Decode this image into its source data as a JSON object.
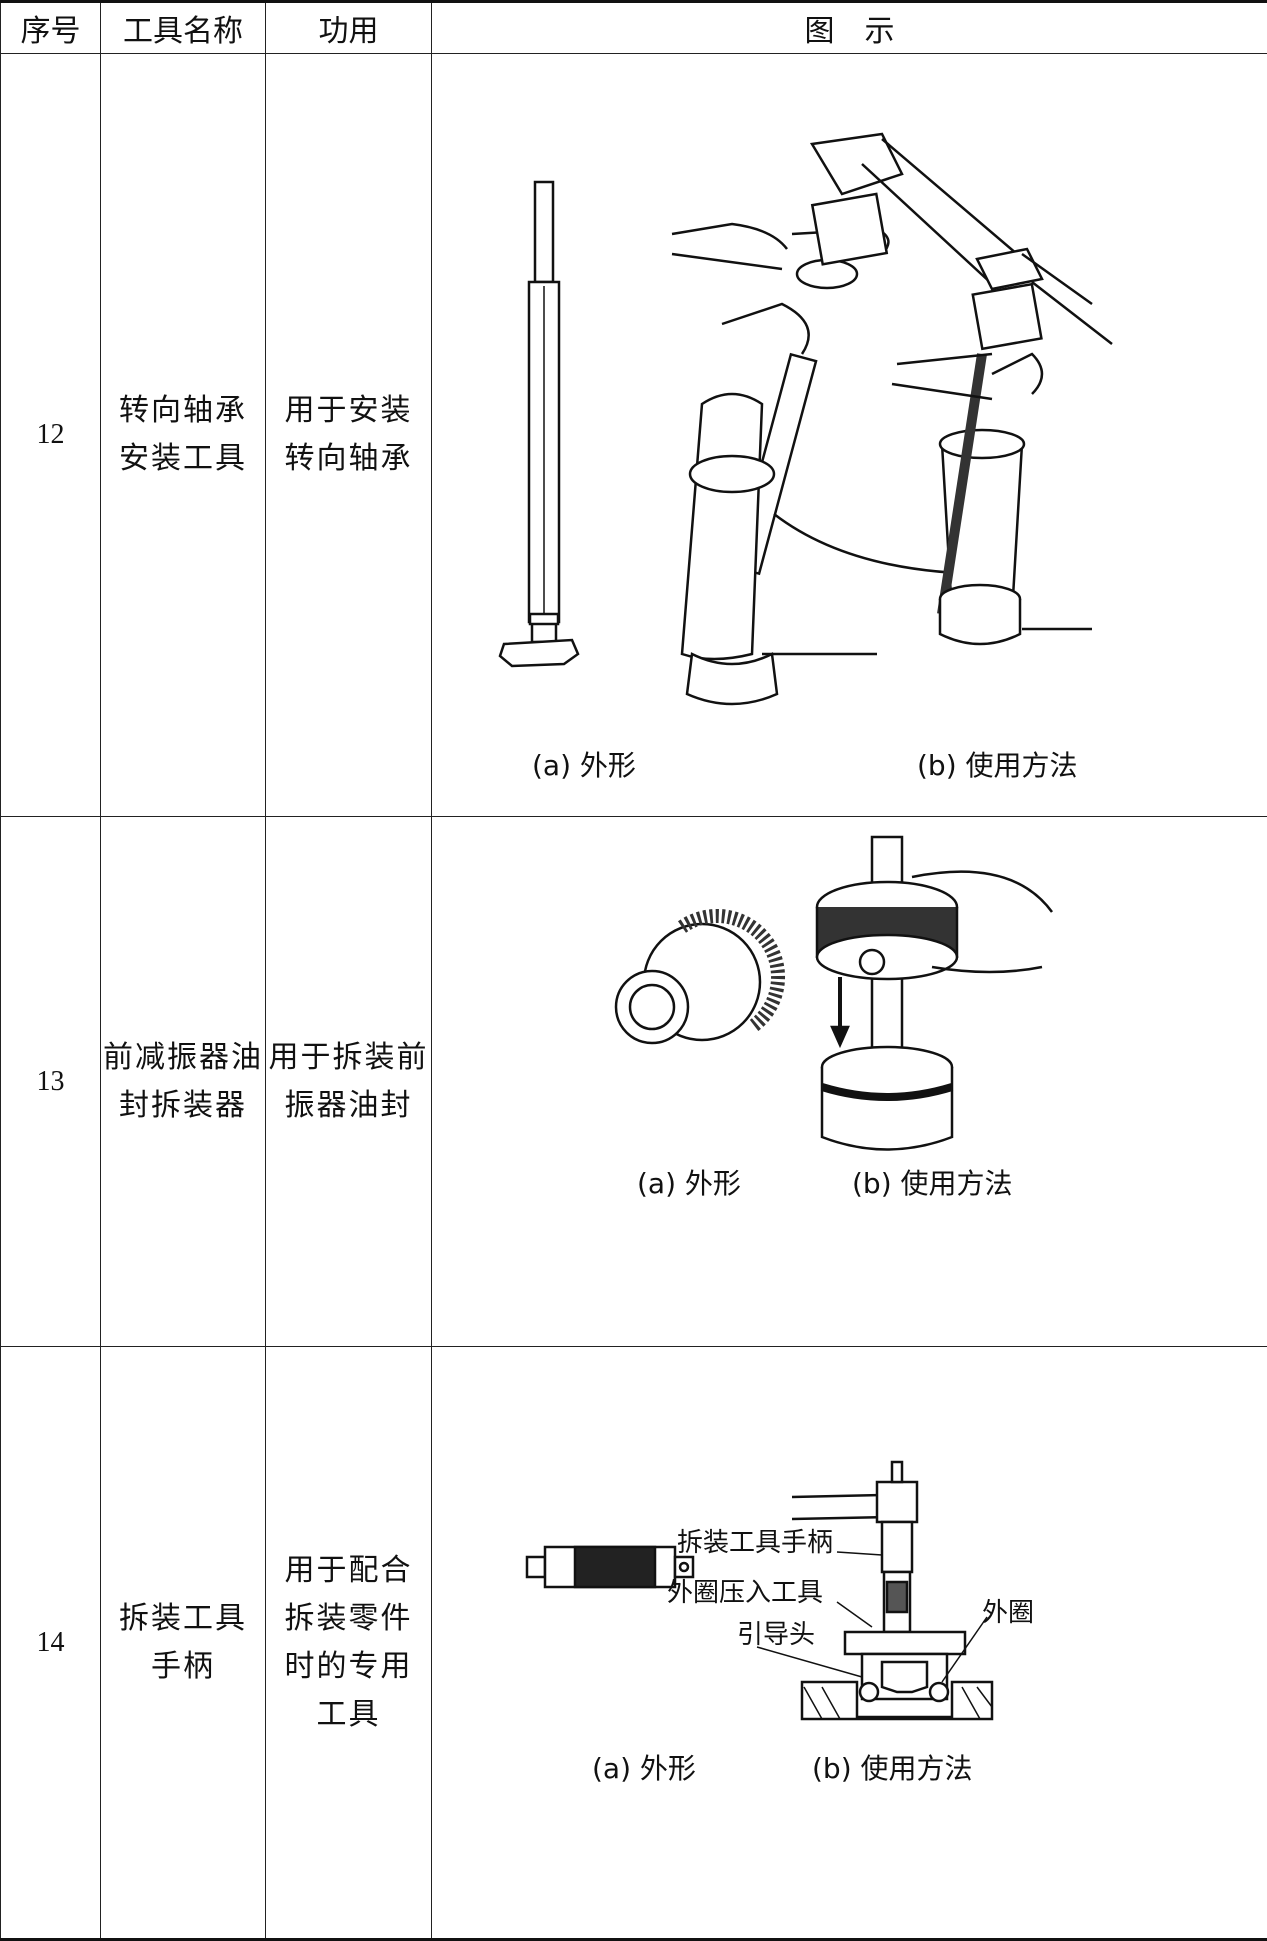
{
  "headers": {
    "no": "序号",
    "name": "工具名称",
    "function": "功用",
    "figure": "图　示"
  },
  "rows": [
    {
      "no": "12",
      "name": [
        "转向轴承",
        "安装工具"
      ],
      "function": [
        "用于安装",
        "转向轴承"
      ],
      "captions": {
        "a": "(a) 外形",
        "b": "(b) 使用方法"
      }
    },
    {
      "no": "13",
      "name": [
        "前减振器油",
        "封拆装器"
      ],
      "function": [
        "用于拆装前",
        "振器油封"
      ],
      "captions": {
        "a": "(a) 外形",
        "b": "(b) 使用方法"
      }
    },
    {
      "no": "14",
      "name": [
        "拆装工具",
        "手柄"
      ],
      "function": [
        "用于配合",
        "拆装零件",
        "时的专用",
        "工具"
      ],
      "captions": {
        "a": "(a) 外形",
        "b": "(b) 使用方法"
      },
      "callouts": {
        "handle": "拆装工具手柄",
        "outer_race_tool": "外圈压入工具",
        "guide_head": "引导头",
        "outer_race": "外圈"
      }
    }
  ]
}
